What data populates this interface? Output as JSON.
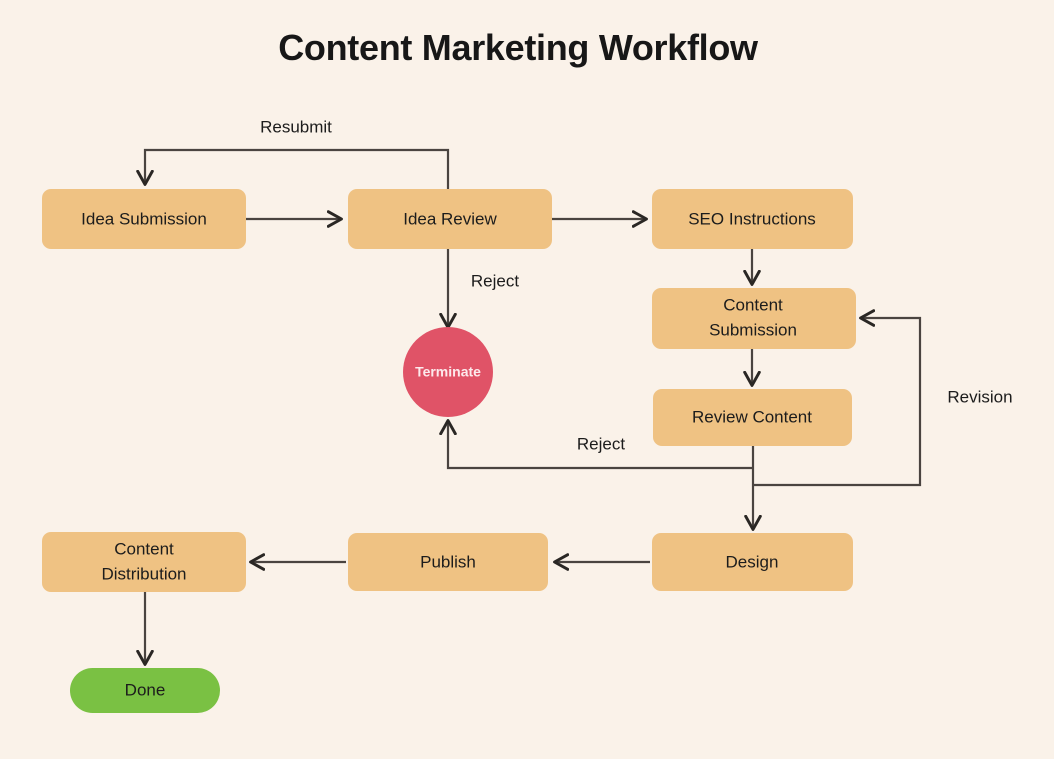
{
  "page": {
    "title": "Content Marketing Workflow",
    "background_color": "#FAF2E9"
  },
  "palette": {
    "node_fill": "#EFC283",
    "terminate_fill": "#E05367",
    "done_fill": "#7AC143",
    "edge_color": "#4A4440",
    "text_color": "#1C1C1C"
  },
  "nodes": {
    "idea_submission": {
      "label": "Idea Submission",
      "shape": "rounded-rect",
      "color": "#EFC283"
    },
    "idea_review": {
      "label": "Idea Review",
      "shape": "rounded-rect",
      "color": "#EFC283"
    },
    "seo_instructions": {
      "label": "SEO Instructions",
      "shape": "rounded-rect",
      "color": "#EFC283"
    },
    "content_submission": {
      "label_line1": "Content",
      "label_line2": "Submission",
      "shape": "rounded-rect",
      "color": "#EFC283"
    },
    "review_content": {
      "label": "Review Content",
      "shape": "rounded-rect",
      "color": "#EFC283"
    },
    "design": {
      "label": "Design",
      "shape": "rounded-rect",
      "color": "#EFC283"
    },
    "publish": {
      "label": "Publish",
      "shape": "rounded-rect",
      "color": "#EFC283"
    },
    "content_distribution": {
      "label_line1": "Content",
      "label_line2": "Distribution",
      "shape": "rounded-rect",
      "color": "#EFC283"
    },
    "terminate": {
      "label": "Terminate",
      "shape": "circle",
      "color": "#E05367"
    },
    "done": {
      "label": "Done",
      "shape": "stadium",
      "color": "#7AC143"
    }
  },
  "edge_labels": {
    "resubmit": "Resubmit",
    "reject_idea": "Reject",
    "reject_review": "Reject",
    "revision": "Revision"
  }
}
